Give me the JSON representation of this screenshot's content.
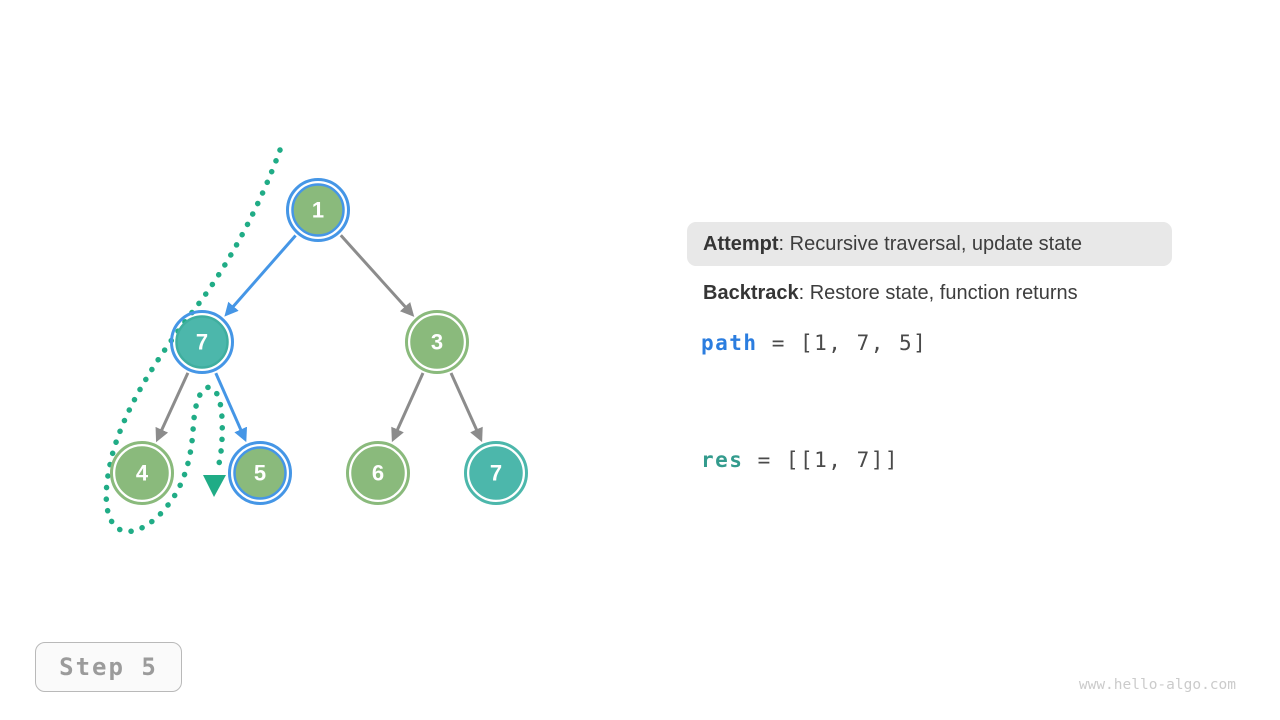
{
  "colors": {
    "node_green_fill": "#8ABA7C",
    "node_teal_fill": "#4CB7AB",
    "highlight_blue": "#4596E6",
    "edge_gray": "#8C8C8C",
    "trail_green": "#20AC86",
    "path_keyword_blue": "#2B7DDF",
    "res_keyword_teal": "#339B8D",
    "badge_background": "#E8E8E8"
  },
  "tree": {
    "nodes": [
      {
        "value": "1",
        "fill": "green",
        "ring": "blue",
        "role": "root"
      },
      {
        "value": "7",
        "fill": "teal",
        "ring": "blue",
        "role": "left-child-of-1"
      },
      {
        "value": "3",
        "fill": "green",
        "ring": "green",
        "role": "right-child-of-1"
      },
      {
        "value": "4",
        "fill": "green",
        "ring": "green",
        "role": "left-child-of-7"
      },
      {
        "value": "5",
        "fill": "green",
        "ring": "blue",
        "role": "right-child-of-7"
      },
      {
        "value": "6",
        "fill": "green",
        "ring": "green",
        "role": "left-child-of-3"
      },
      {
        "value": "7",
        "fill": "teal",
        "ring": "teal",
        "role": "right-child-of-3"
      }
    ],
    "edges": [
      {
        "from": "1",
        "to": "7",
        "style": "blue"
      },
      {
        "from": "1",
        "to": "3",
        "style": "gray"
      },
      {
        "from": "7",
        "to": "4",
        "style": "gray"
      },
      {
        "from": "7",
        "to": "5",
        "style": "blue"
      },
      {
        "from": "3",
        "to": "6",
        "style": "gray"
      },
      {
        "from": "3",
        "to": "7",
        "style": "gray"
      }
    ],
    "traversal_trail": "dotted green path down the left side, looping under node 4 and back up, ending in a down-pointing cursor triangle left of node 5"
  },
  "legend": {
    "attempt_term": "Attempt",
    "attempt_rest": ": Recursive traversal, update state",
    "backtrack_term": "Backtrack",
    "backtrack_rest": ": Restore state, function returns"
  },
  "state": {
    "path_name": "path",
    "path_rest": " = [1, 7, 5]",
    "res_name": "res",
    "res_rest": " = [[1, 7]]"
  },
  "step": {
    "label": "Step 5"
  },
  "watermark": "www.hello-algo.com"
}
